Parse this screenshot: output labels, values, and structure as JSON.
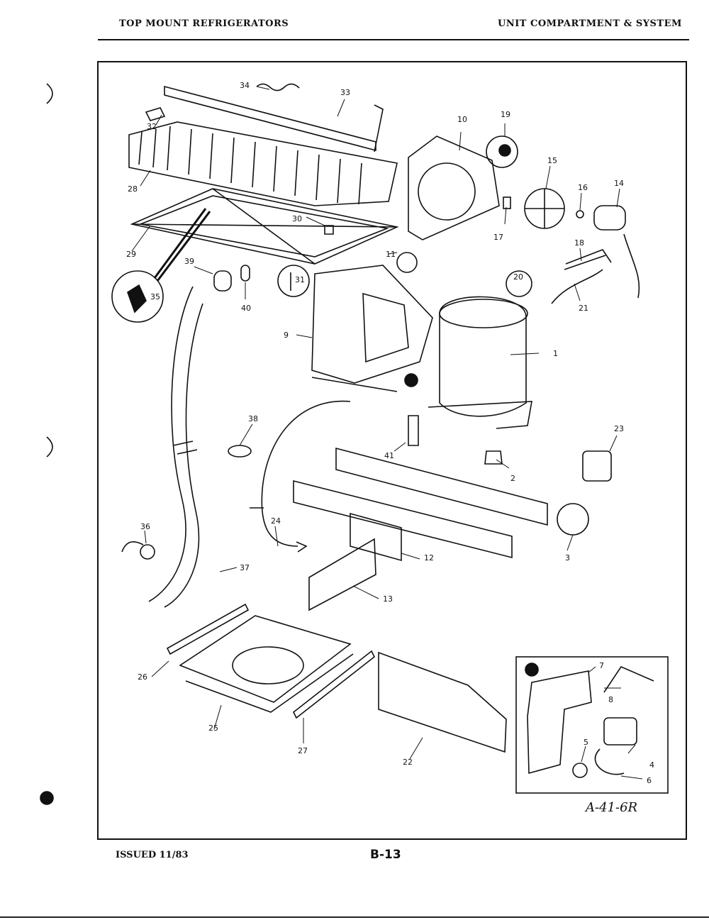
{
  "header": {
    "left_title": "TOP MOUNT REFRIGERATORS",
    "right_title": "UNIT COMPARTMENT & SYSTEM"
  },
  "diagram": {
    "callouts": [
      {
        "id": "1",
        "label": "1"
      },
      {
        "id": "2",
        "label": "2"
      },
      {
        "id": "3",
        "label": "3"
      },
      {
        "id": "4",
        "label": "4"
      },
      {
        "id": "5",
        "label": "5"
      },
      {
        "id": "6",
        "label": "6"
      },
      {
        "id": "7",
        "label": "7"
      },
      {
        "id": "8",
        "label": "8"
      },
      {
        "id": "9",
        "label": "9"
      },
      {
        "id": "10",
        "label": "10"
      },
      {
        "id": "11",
        "label": "11"
      },
      {
        "id": "12",
        "label": "12"
      },
      {
        "id": "13",
        "label": "13"
      },
      {
        "id": "14",
        "label": "14"
      },
      {
        "id": "15",
        "label": "15"
      },
      {
        "id": "16",
        "label": "16"
      },
      {
        "id": "17",
        "label": "17"
      },
      {
        "id": "18",
        "label": "18"
      },
      {
        "id": "19",
        "label": "19"
      },
      {
        "id": "20",
        "label": "20"
      },
      {
        "id": "21",
        "label": "21"
      },
      {
        "id": "22",
        "label": "22"
      },
      {
        "id": "23",
        "label": "23"
      },
      {
        "id": "24",
        "label": "24"
      },
      {
        "id": "25",
        "label": "25"
      },
      {
        "id": "26",
        "label": "26"
      },
      {
        "id": "27",
        "label": "27"
      },
      {
        "id": "28",
        "label": "28"
      },
      {
        "id": "29",
        "label": "29"
      },
      {
        "id": "30",
        "label": "30"
      },
      {
        "id": "31",
        "label": "31"
      },
      {
        "id": "32",
        "label": "32"
      },
      {
        "id": "33",
        "label": "33"
      },
      {
        "id": "34",
        "label": "34"
      },
      {
        "id": "35",
        "label": "35"
      },
      {
        "id": "36",
        "label": "36"
      },
      {
        "id": "37",
        "label": "37"
      },
      {
        "id": "38",
        "label": "38"
      },
      {
        "id": "39",
        "label": "39"
      },
      {
        "id": "40",
        "label": "40"
      },
      {
        "id": "41",
        "label": "41"
      }
    ],
    "ref_code": "A-41-6R"
  },
  "footer": {
    "issued": "ISSUED 11/83",
    "page": "B-13"
  }
}
